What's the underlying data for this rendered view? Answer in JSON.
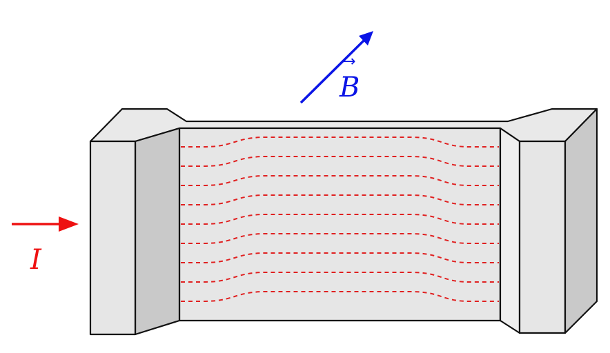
{
  "diagram": {
    "current_label": "I",
    "field_label": "B",
    "field_vector_marker": "→",
    "current_line_count": 9,
    "colors": {
      "current": "#ee1111",
      "field": "#0a14e6",
      "outline": "#111111",
      "face_light": "#e6e6e6",
      "face_lighter": "#efefef",
      "face_dark": "#c9c9c9",
      "current_lines": "#e02020"
    }
  }
}
